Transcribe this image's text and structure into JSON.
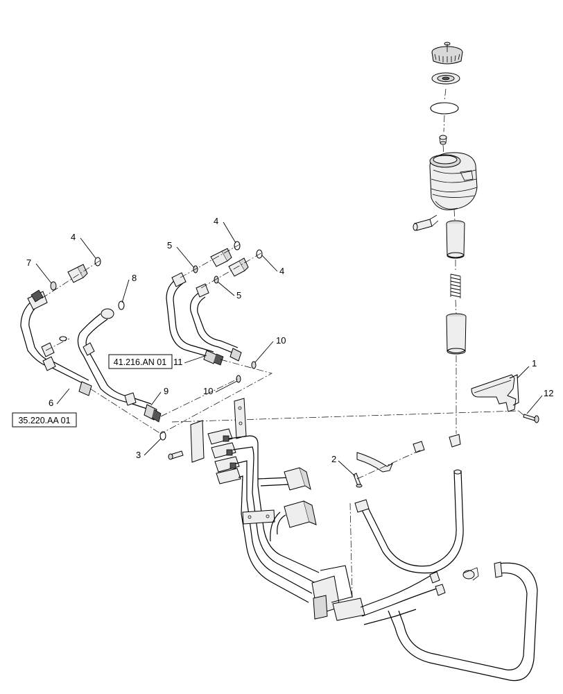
{
  "diagram": {
    "callouts": {
      "c1": "1",
      "c2": "2",
      "c3": "3",
      "c4a": "4",
      "c4b": "4",
      "c4c": "4",
      "c5a": "5",
      "c5b": "5",
      "c6": "6",
      "c7": "7",
      "c8": "8",
      "c9": "9",
      "c10a": "10",
      "c10b": "10",
      "c11": "11",
      "c12": "12"
    },
    "references": {
      "ref_hydraulic": "41.216.AN 01",
      "ref_lift": "35.220.AA 01"
    }
  }
}
